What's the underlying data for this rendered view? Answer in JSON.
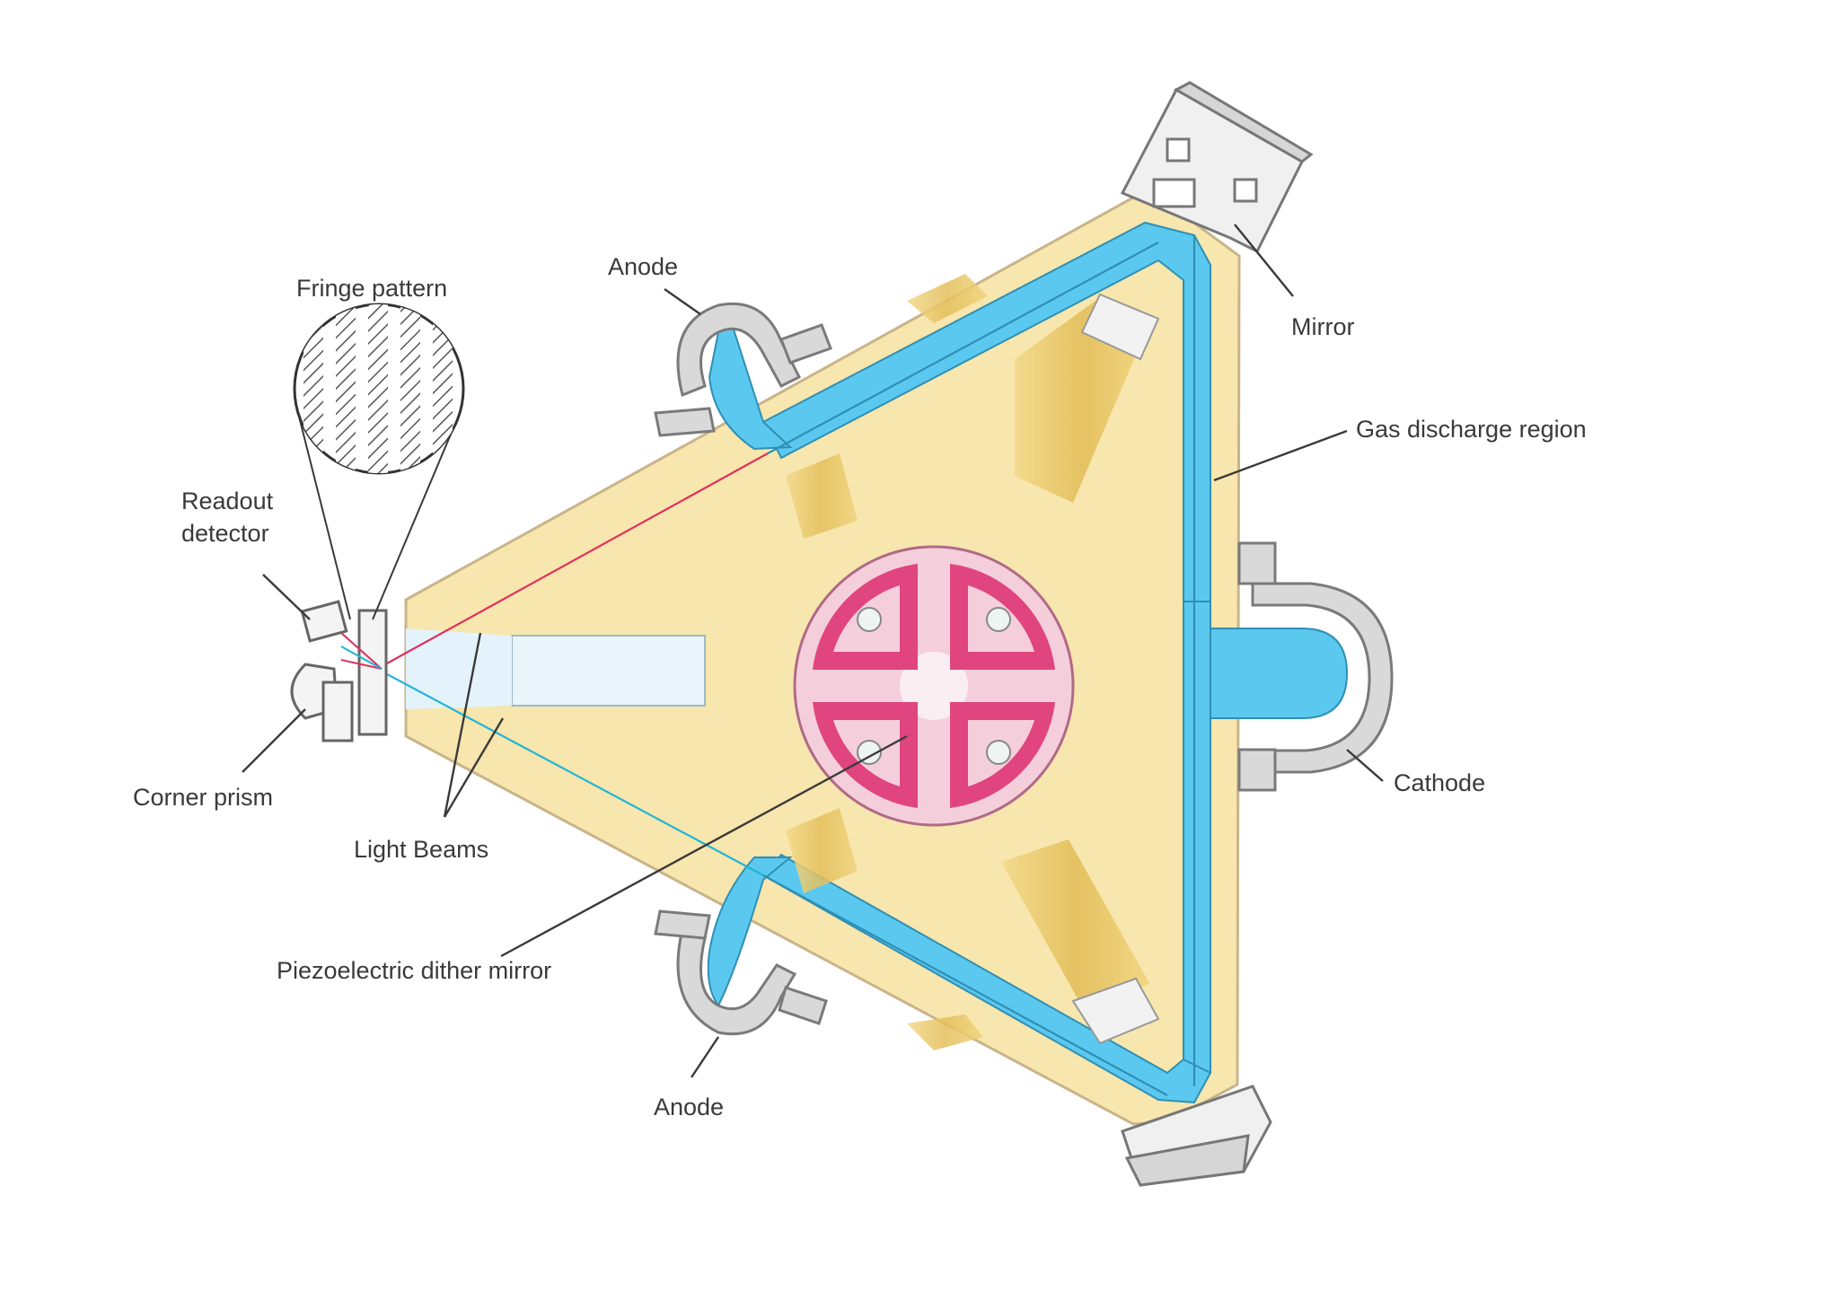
{
  "labels": {
    "fringe_pattern": "Fringe pattern",
    "readout_line1": "Readout",
    "readout_line2": "detector",
    "corner_prism": "Corner prism",
    "light_beams": "Light Beams",
    "piezo": "Piezoelectric dither mirror",
    "anode_top": "Anode",
    "anode_bottom": "Anode",
    "mirror": "Mirror",
    "gas_discharge": "Gas discharge region",
    "cathode": "Cathode"
  },
  "colors": {
    "block_body": "#f7e6ad",
    "block_edge": "#c9b48a",
    "gas_channel": "#5bc8ef",
    "gold_cylinder": "#e8c66a",
    "dither_outer": "#f4cfdb",
    "dither_spring": "#e0457f",
    "electrode_gray": "#a9a9a9",
    "beam_red": "#e0305f",
    "beam_cyan": "#22b5d6",
    "leader_line": "#3a3a3a"
  }
}
